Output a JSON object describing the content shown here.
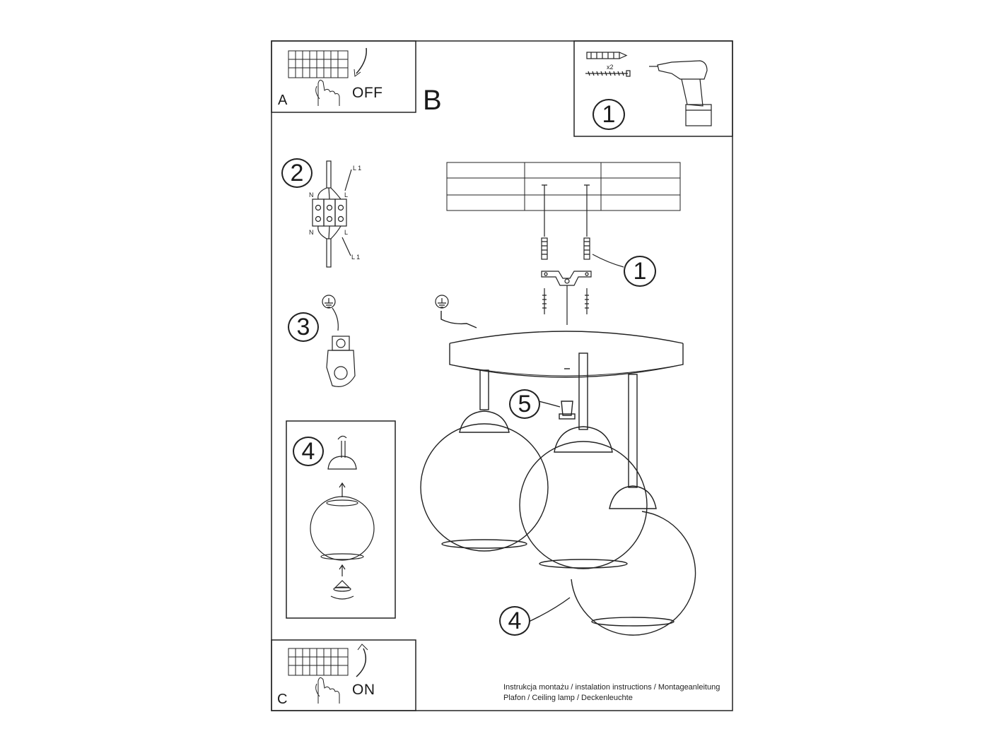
{
  "sections": {
    "a": "A",
    "b": "B",
    "c": "C"
  },
  "switch": {
    "off": "OFF",
    "on": "ON"
  },
  "steps": {
    "s1_tools": "1",
    "s1_main": "1",
    "s2": "2",
    "s3": "3",
    "s4_box": "4",
    "s4_main": "4",
    "s5": "5"
  },
  "tools": {
    "screw_qty": "x2"
  },
  "wiring": {
    "l1_top": "L 1",
    "l1_bottom": "L 1",
    "n": "N",
    "l": "L"
  },
  "footer": {
    "line1": "Instrukcja montażu / instalation instructions / Montageanleitung",
    "line2": "Plafon / Ceiling lamp / Deckenleuchte"
  }
}
